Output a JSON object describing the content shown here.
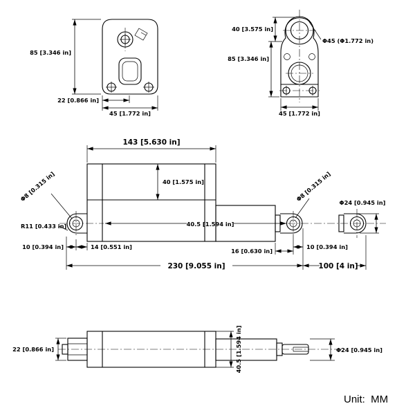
{
  "unit_label": "Unit:  MM",
  "colors": {
    "line": "#000000",
    "background": "#ffffff"
  },
  "views": {
    "rear_view": {
      "dim_height": "85 [3.346 in]",
      "dim_offset": "22 [0.866 in]",
      "dim_width": "45 [1.772 in]"
    },
    "front_view": {
      "dim_top": "40 [3.575 in]",
      "dim_height": "85 [3.346 in]",
      "dim_bore": "Φ45 (Φ1.772 in)",
      "dim_width": "45 [1.772 in]"
    },
    "side_view": {
      "dim_body_length": "143 [5.630 in]",
      "dim_motor_height": "40 [1.575 in]",
      "dim_rear_hole": "Φ8 [0.315 in]",
      "dim_front_hole": "Φ8 [0.315 in]",
      "dim_rear_radius": "R11 [0.433 in]",
      "dim_stroke": "40.5 [1.594 in]",
      "dim_rear_edge": "10 [0.394 in]",
      "dim_rear_center": "14 [0.551 in]",
      "dim_front_center": "16 [0.630 in]",
      "dim_front_edge": "10 [0.394 in]",
      "dim_retracted": "230 [9.055 in]",
      "dim_extension": "100 [4 in]",
      "dim_rod_end": "Φ24 [0.945 in]"
    },
    "top_view": {
      "dim_clevis_width": "22 [0.866 in]",
      "dim_stroke": "40.5 [1.594 in]",
      "dim_rod_end": "Φ24 [0.945 in]"
    }
  }
}
